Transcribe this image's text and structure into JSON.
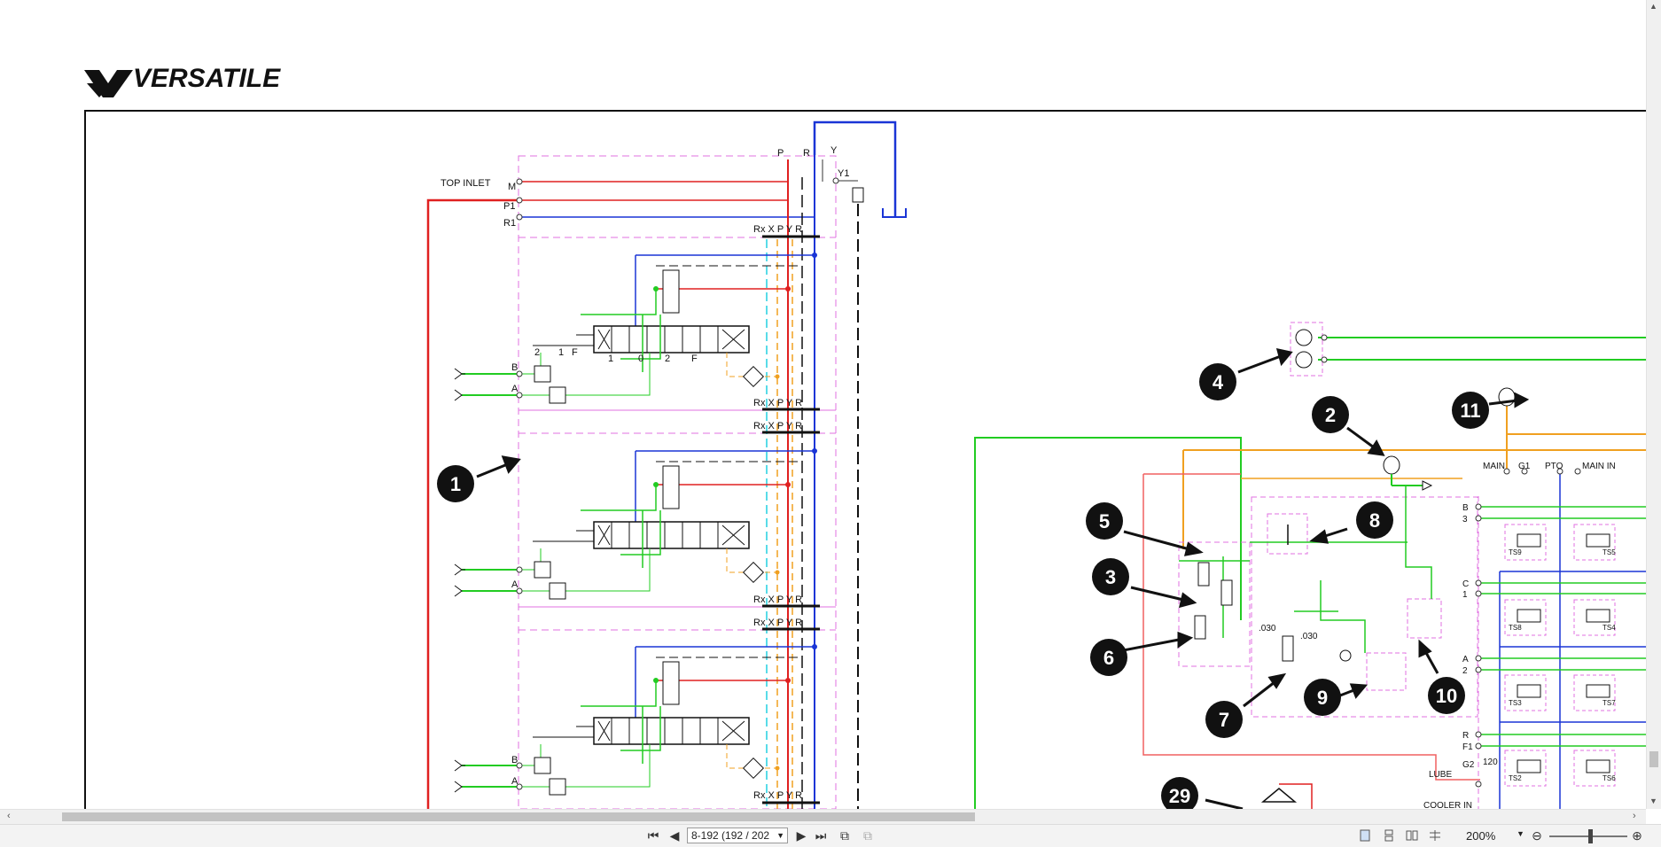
{
  "document": {
    "brand": "VERSATILE",
    "top_inlet_label": "TOP  INLET"
  },
  "port_labels": {
    "M": "M",
    "P1": "P1",
    "R1": "R1",
    "P": "P",
    "R": "R",
    "Y": "Y",
    "Y1": "Y1",
    "B": "B",
    "A": "A",
    "ddr_row": "Rx X P  Y  R",
    "two": "2",
    "one": "1",
    "F": "F",
    "zero": "0"
  },
  "right_labels": {
    "main": "MAIN",
    "g1": "G1",
    "pto": "PTO",
    "main_in": "MAIN  IN",
    "B": "B",
    "three": "3",
    "C": "C",
    "one": "1",
    "A": "A",
    "two": "2",
    "R": "R",
    "F1": "F1",
    "G2": "G2",
    "lube": "LUBE",
    "cooler_in": "COOLER  IN",
    "ts9": "TS9",
    "ts5": "TS5",
    "ts8": "TS8",
    "ts4": "TS4",
    "ts3": "TS3",
    "ts7": "TS7",
    "ts2": "TS2",
    "ts6": "TS6",
    "orifice_1": ".030",
    "orifice_2": ".030",
    "orifice_120": "120"
  },
  "callouts": [
    "1",
    "2",
    "3",
    "4",
    "5",
    "6",
    "7",
    "8",
    "9",
    "10",
    "11",
    "29"
  ],
  "toolbar": {
    "page_value": "8-192 (192 / 202",
    "zoom": "200%"
  },
  "colors": {
    "red": "#e02020",
    "blue": "#1a35d6",
    "green": "#22cc22",
    "orange": "#f0a020",
    "pink": "#e070e0",
    "cyan": "#22d0e0",
    "salmon": "#f06060"
  }
}
